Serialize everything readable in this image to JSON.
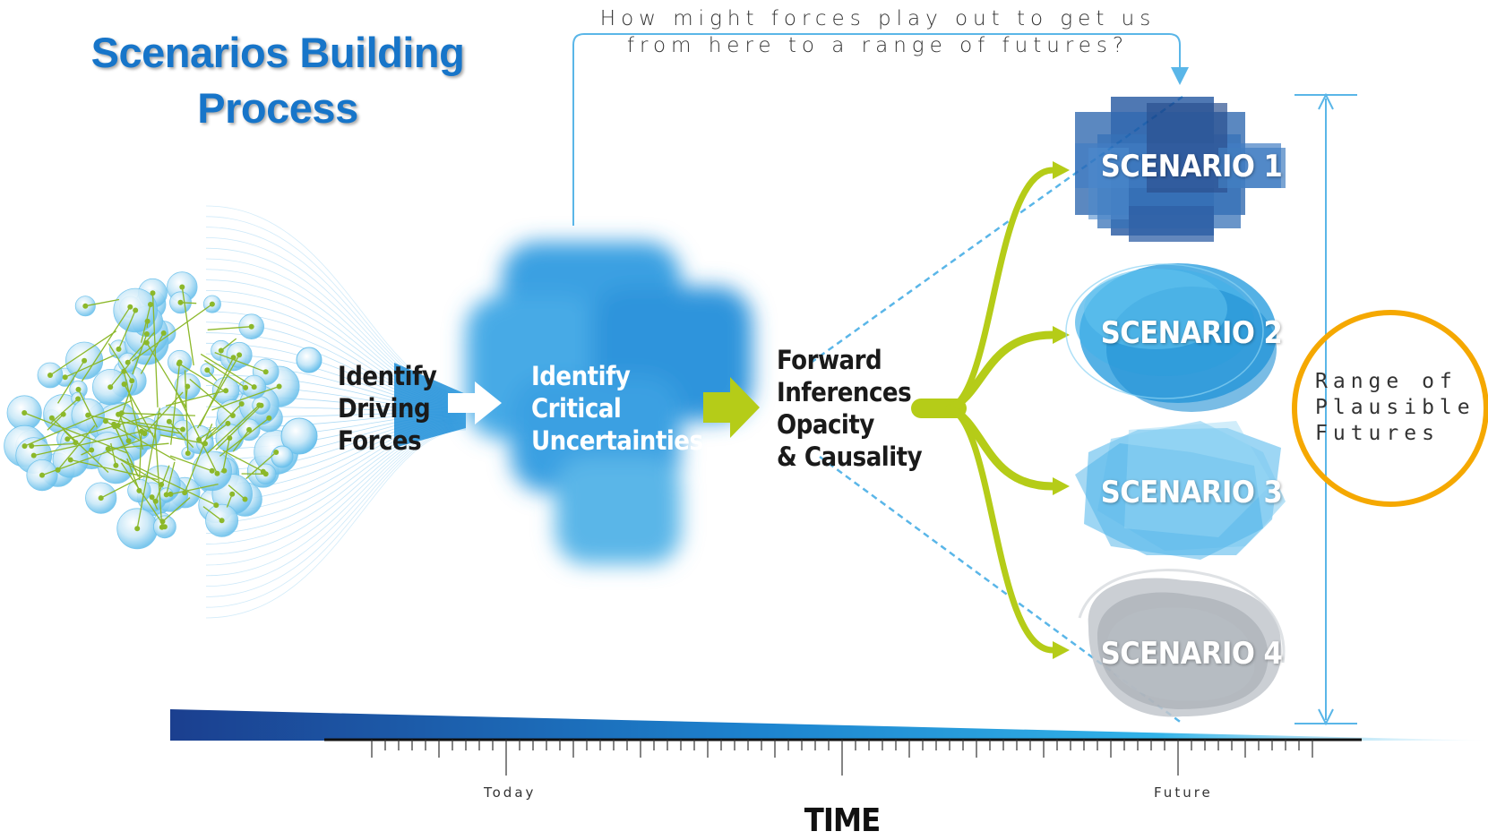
{
  "title": {
    "line1": "Scenarios Building",
    "line2": "Process"
  },
  "question": {
    "line1": "How might forces play out to get us",
    "line2": "from here to a range of futures?"
  },
  "steps": {
    "driving": [
      "Identify",
      "Driving",
      "Forces"
    ],
    "critical": [
      "Identify",
      "Critical",
      "Uncertainties"
    ],
    "forward": [
      "Forward",
      "Inferences",
      "Opacity",
      "& Causality"
    ]
  },
  "scenarios": [
    "SCENARIO 1",
    "SCENARIO 2",
    "SCENARIO 3",
    "SCENARIO 4"
  ],
  "range": [
    "Range of",
    "Plausible",
    "Futures"
  ],
  "timeline": {
    "today": "Today",
    "future": "Future",
    "axis": "TIME"
  },
  "colors": {
    "title_blue": "#1775c9",
    "arrow_green": "#b5cc18",
    "range_circle": "#f5a800",
    "light_blue": "#5ab6e8",
    "dark_blue": "#1a4f9c",
    "gray": "#b8bec4"
  }
}
